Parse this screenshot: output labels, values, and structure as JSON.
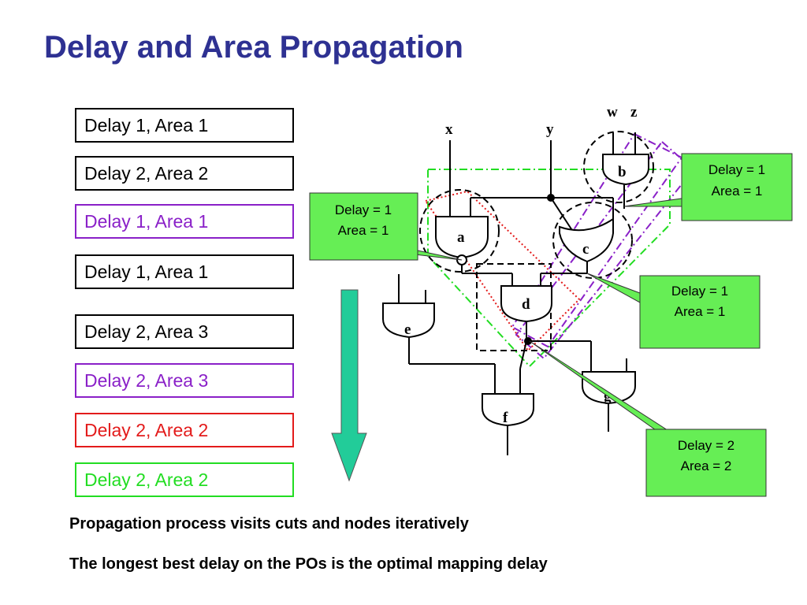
{
  "title": "Delay and Area Propagation",
  "boxes": [
    {
      "label": "Delay 1, Area 1",
      "color": "#000000"
    },
    {
      "label": "Delay 2, Area 2",
      "color": "#000000"
    },
    {
      "label": "Delay 1, Area 1",
      "color": "#8a20c8"
    },
    {
      "label": "Delay 1, Area 1",
      "color": "#000000"
    },
    {
      "label": "Delay 2, Area 3",
      "color": "#000000"
    },
    {
      "label": "Delay 2, Area 3",
      "color": "#8a20c8"
    },
    {
      "label": "Delay 2, Area 2",
      "color": "#e31b1b"
    },
    {
      "label": "Delay 2, Area 2",
      "color": "#22dd22"
    }
  ],
  "notes": [
    "Propagation process visits cuts and nodes iteratively",
    "The longest best delay on the POs is the optimal mapping delay"
  ],
  "diagram": {
    "inputs": {
      "x": "x",
      "y": "y",
      "w": "w",
      "z": "z"
    },
    "gates": {
      "a": "a",
      "b": "b",
      "c": "c",
      "d": "d",
      "e": "e",
      "f": "f",
      "g": "g"
    },
    "callouts": [
      {
        "line1": "Delay = 1",
        "line2": "Area =  1"
      },
      {
        "line1": "Delay = 1",
        "line2": "Area =  1"
      },
      {
        "line1": "Delay = 1",
        "line2": "Area =  1"
      },
      {
        "line1": "Delay = 2",
        "line2": "Area =  2"
      }
    ],
    "colors": {
      "callout_fill": "#66ee55",
      "arrow_fill": "#22cc99",
      "green_cut": "#22dd22",
      "purple_cut": "#8a20c8",
      "red_cut": "#e31b1b"
    }
  }
}
